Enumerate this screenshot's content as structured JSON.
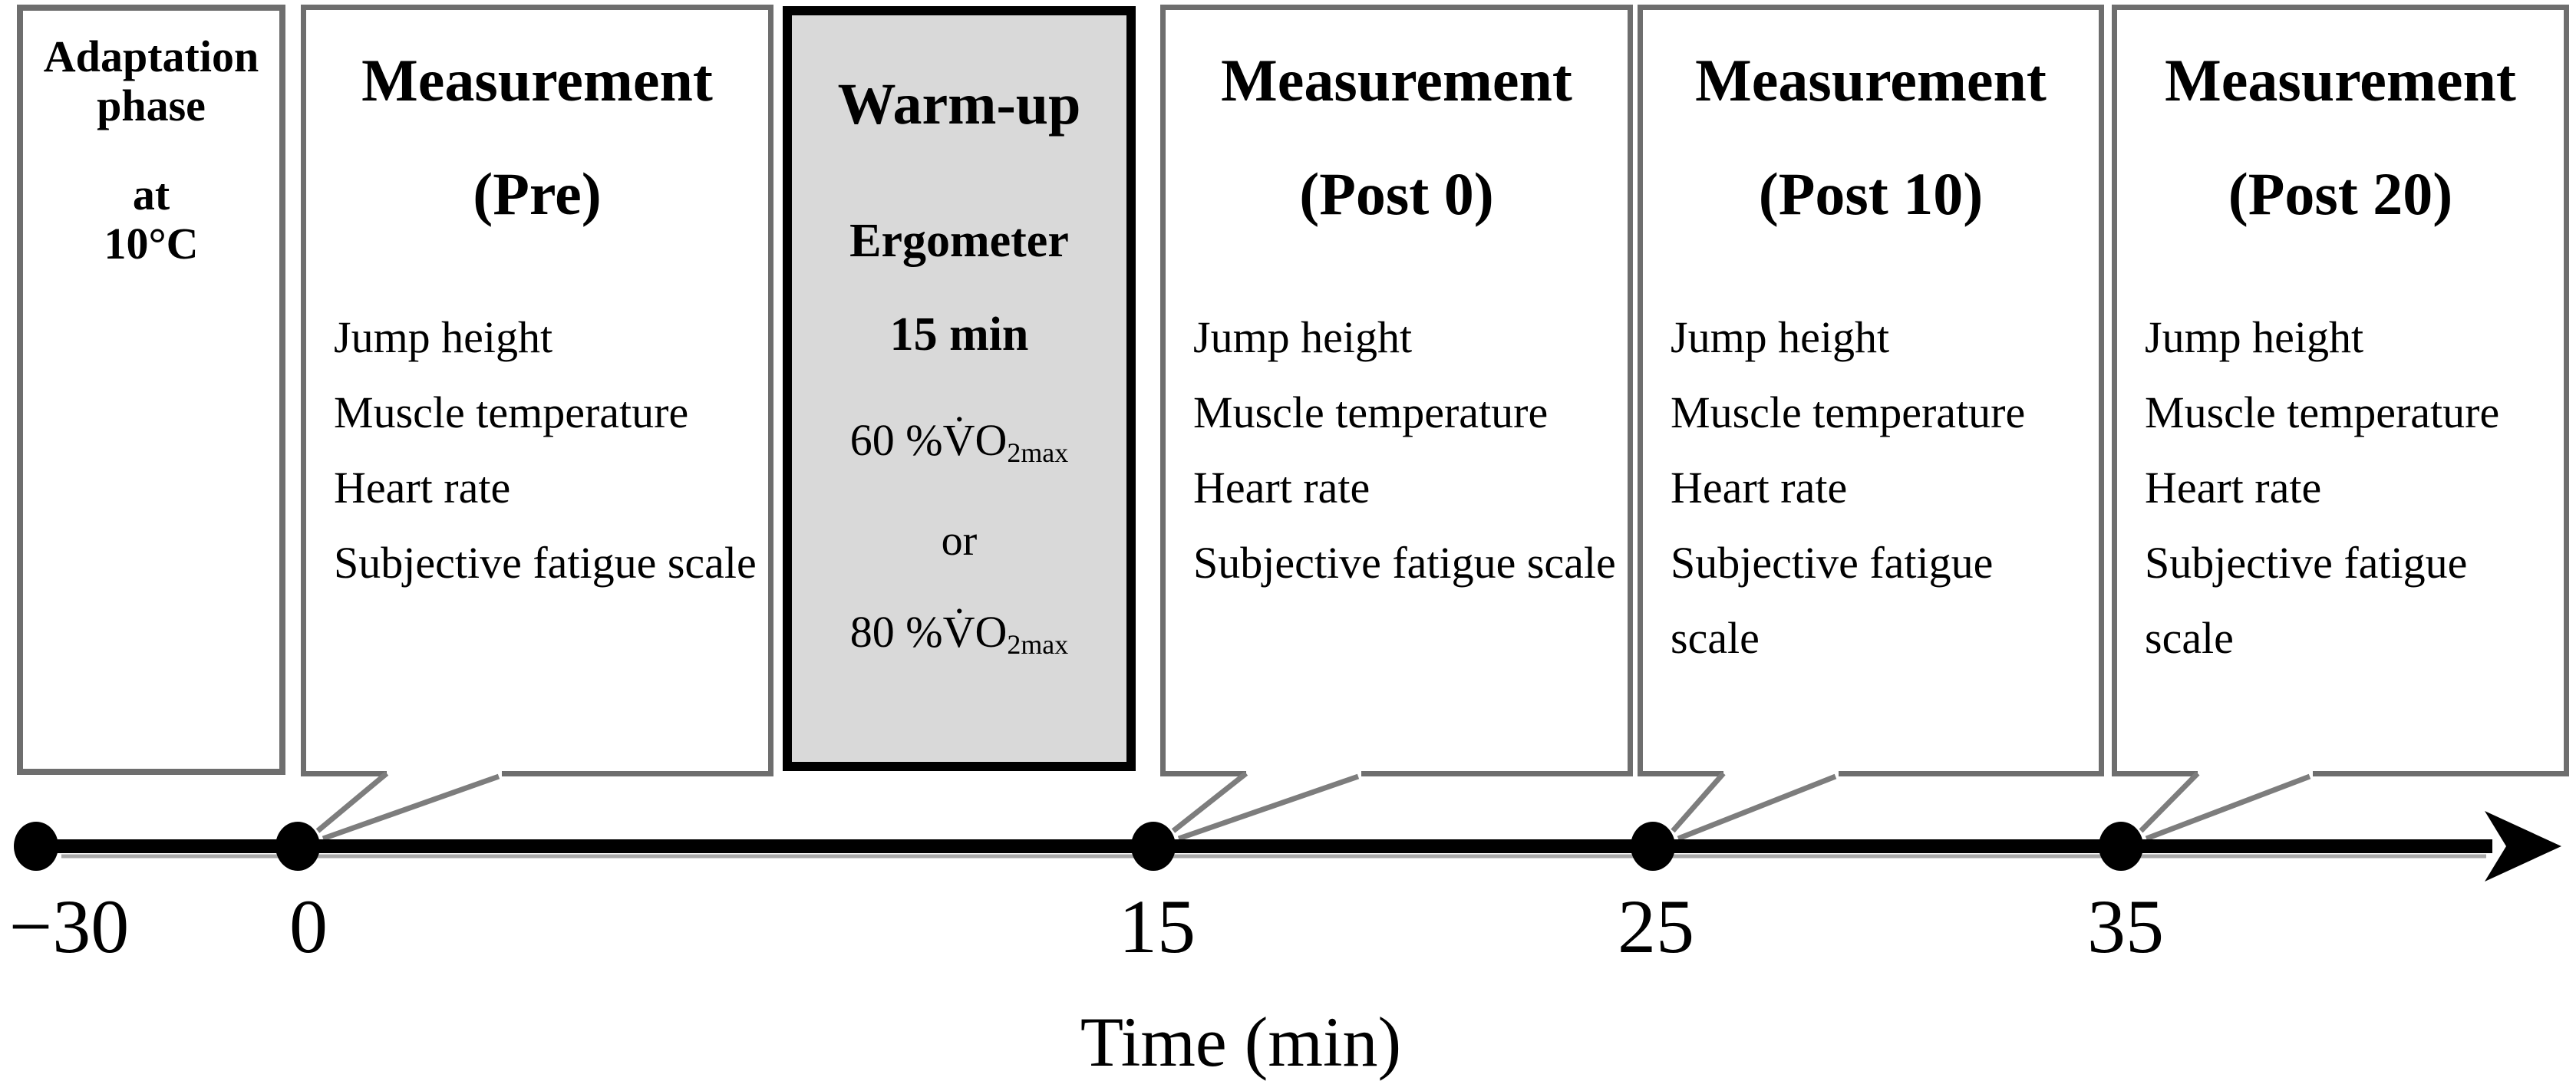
{
  "colors": {
    "box_border": "#6e6e6e",
    "warmup_border": "#000000",
    "warmup_fill": "#d9d9d9",
    "callout_line": "#7d7d7d",
    "timeline_line": "#000000",
    "timeline_shadow": "#a8a8a8",
    "text": "#000000"
  },
  "boxes": {
    "adaptation": {
      "title_line1": "Adaptation",
      "title_line2": "phase",
      "at": "at",
      "temperature": "10°C"
    },
    "pre": {
      "title": "Measurement",
      "subtitle": "(Pre)",
      "items": [
        "Jump height",
        "Muscle temperature",
        "Heart rate",
        "Subjective fatigue scale"
      ]
    },
    "warmup": {
      "title": "Warm-up",
      "equipment": "Ergometer",
      "duration": "15 min",
      "intensity_low": "60 %V̇O",
      "intensity_low_sub": "2max",
      "conjunction": "or",
      "intensity_high": "80 %V̇O",
      "intensity_high_sub": "2max"
    },
    "post0": {
      "title": "Measurement",
      "subtitle": "(Post 0)",
      "items": [
        "Jump height",
        "Muscle temperature",
        "Heart rate",
        "Subjective fatigue scale"
      ]
    },
    "post10": {
      "title": "Measurement",
      "subtitle": "(Post 10)",
      "items": [
        "Jump height",
        "Muscle temperature",
        "Heart rate",
        "Subjective fatigue scale"
      ]
    },
    "post20": {
      "title": "Measurement",
      "subtitle": "(Post 20)",
      "items": [
        "Jump height",
        "Muscle temperature",
        "Heart rate",
        "Subjective fatigue scale"
      ]
    }
  },
  "timeline": {
    "ticks": [
      "−30",
      "0",
      "15",
      "25",
      "35"
    ],
    "axis_label": "Time (min)"
  }
}
